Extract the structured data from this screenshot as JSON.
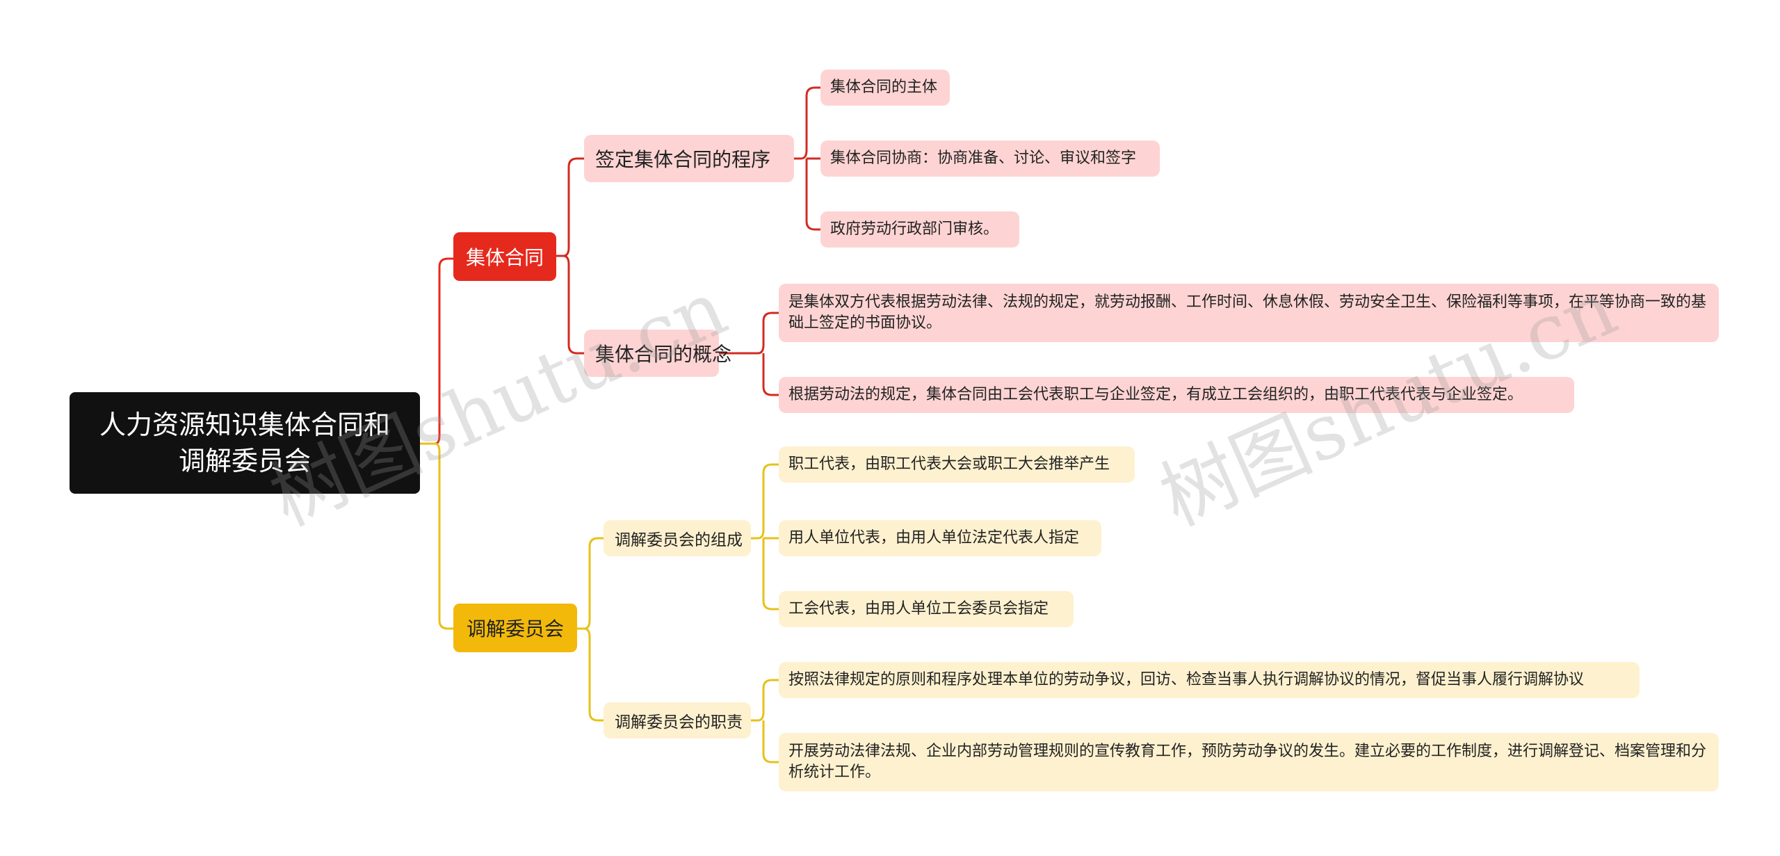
{
  "root": {
    "label": "人力资源知识集体合同和调解委员会"
  },
  "branches": [
    {
      "label": "集体合同",
      "color": "#e6291d",
      "children": [
        {
          "label": "签定集体合同的程序",
          "leaves": [
            "集体合同的主体",
            "集体合同协商：协商准备、讨论、审议和签字",
            "政府劳动行政部门审核。"
          ]
        },
        {
          "label": "集体合同的概念",
          "leaves": [
            "是集体双方代表根据劳动法律、法规的规定，就劳动报酬、工作时间、休息休假、劳动安全卫生、保险福利等事项，在平等协商一致的基础上签定的书面协议。",
            "根据劳动法的规定，集体合同由工会代表职工与企业签定，有成立工会组织的，由职工代表代表与企业签定。"
          ]
        }
      ]
    },
    {
      "label": "调解委员会",
      "color": "#f2b90a",
      "children": [
        {
          "label": "调解委员会的组成",
          "leaves": [
            "职工代表，由职工代表大会或职工大会推举产生",
            "用人单位代表，由用人单位法定代表人指定",
            "工会代表，由用人单位工会委员会指定"
          ]
        },
        {
          "label": "调解委员会的职责",
          "leaves": [
            "按照法律规定的原则和程序处理本单位的劳动争议，回访、检查当事人执行调解协议的情况，督促当事人履行调解协议",
            "开展劳动法律法规、企业内部劳动管理规则的宣传教育工作，预防劳动争议的发生。建立必要的工作制度，进行调解登记、档案管理和分析统计工作。"
          ]
        }
      ]
    }
  ],
  "watermarks": [
    "树图shutu.cn",
    "树图shutu.cn"
  ]
}
